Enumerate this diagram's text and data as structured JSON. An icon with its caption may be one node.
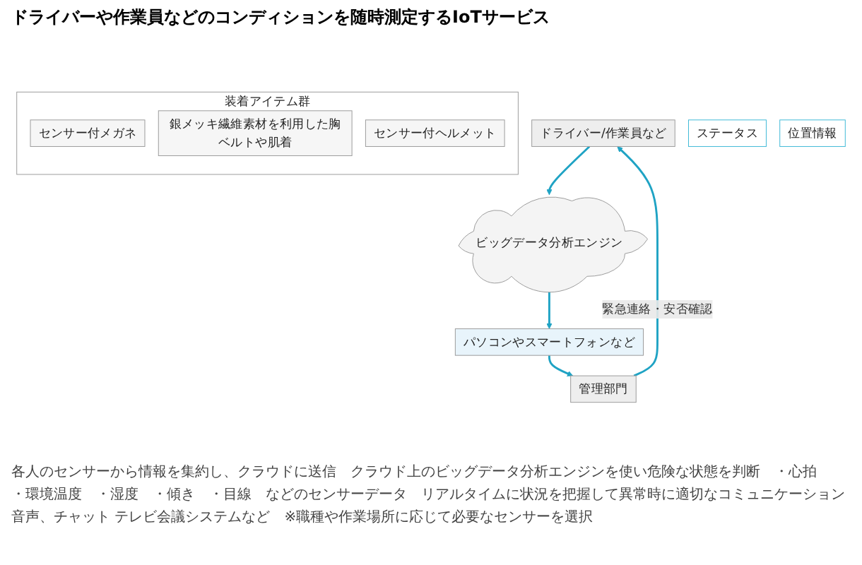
{
  "diagram": {
    "title": "ドライバーや作業員などのコンディションを随時測定するIoTサービス",
    "nodes": [
      {
        "text": [
          "ドライバー/作業員など"
        ]
      },
      {
        "text": [
          "ビッグデータ分析エンジン"
        ]
      },
      {
        "text": [
          "パソコンやスマートフォンなど"
        ]
      },
      {
        "text": [
          "ステータス"
        ]
      },
      {
        "text": [
          "位置情報"
        ]
      },
      {
        "text": [
          "管理部門"
        ]
      },
      {
        "text": [
          "装着アイテム群"
        ]
      },
      {
        "text": [
          "センサー付メガネ"
        ],
        "in": 6
      },
      {
        "text": [
          "銀メッキ繊維素材を利用した胸ベルトや肌着"
        ],
        "in": 6
      },
      {
        "text": [
          "センサー付ヘルメット"
        ],
        "in": 6
      }
    ],
    "edges": [
      {
        "from": 0,
        "to": 1,
        "arrow": "to"
      },
      {
        "from": 1,
        "to": 2,
        "arrow": "to"
      },
      {
        "from": 2,
        "to": 5,
        "arrow": "to"
      },
      {
        "from": 5,
        "to": 0,
        "arrow": "to",
        "label": "緊急連絡・安否確認"
      }
    ],
    "labels": [
      "各人のセンサーから情報を集約し、クラウドに送信",
      "クラウド上のビッグデータ分析エンジンを使い危険な状態を判断",
      "・心拍",
      "・環境温度",
      "・湿度",
      "・傾き",
      "・目線",
      "などのセンサーデータ",
      "リアルタイムに状況を把握して異常時に適切なコミュニケーション",
      "音声、チャット テレビ会議システムなど",
      "※職種や作業場所に応じて必要なセンサーを選択"
    ]
  }
}
